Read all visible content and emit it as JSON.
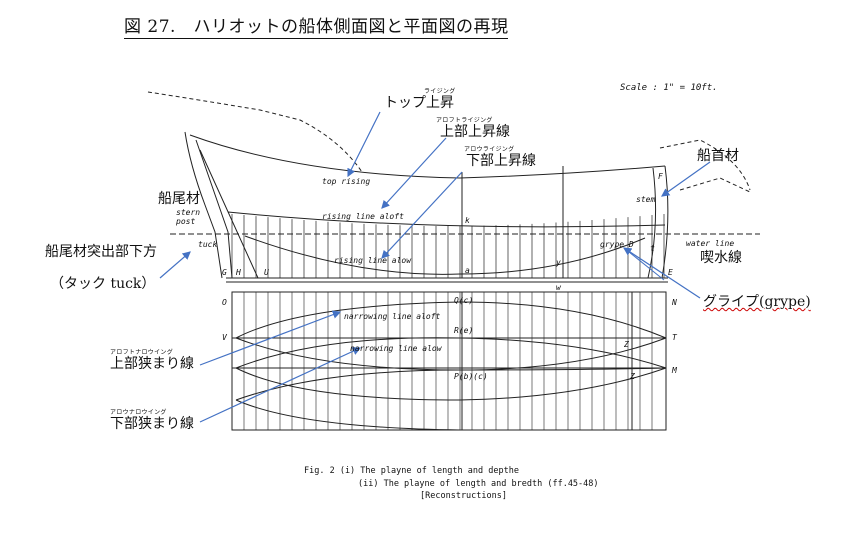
{
  "title": "図 27.　ハリオットの船体側面図と平面図の再現",
  "scale_note": "Scale : 1\" = 10ft.",
  "labels": {
    "top_rising": "トップ上昇",
    "top_rising_ruby": "ライジング",
    "rising_aloft": "上部上昇線",
    "rising_aloft_ruby": "アロフトライジング",
    "rising_alow": "下部上昇線",
    "rising_alow_ruby": "アロウライジング",
    "stem": "船首材",
    "stern_post": "船尾材",
    "tuck_1": "船尾材突出部下方",
    "tuck_2": "（タック tuck）",
    "waterline": "喫水線",
    "grype": "グライプ(grype)",
    "narrowing_aloft": "上部狭まり線",
    "narrowing_aloft_ruby": "アロフトナロウイング",
    "narrowing_alow": "下部狭まり線",
    "narrowing_alow_ruby": "アロウナロウイング"
  },
  "drawing_text": {
    "top_rising": "top rising",
    "rising_aloft": "rising line aloft",
    "rising_alow": "rising line alow",
    "stem": "stem",
    "stern_post": "stern post",
    "tuck": "tuck",
    "grype": "grype D",
    "waterline": "water line",
    "narrowing_aloft": "narrowing line aloft",
    "narrowing_alow": "narrowing line alow",
    "F": "F",
    "E": "E",
    "t": "t",
    "k": "k",
    "a": "a",
    "y": "y",
    "w": "w",
    "H": "H",
    "G": "G",
    "U": "U",
    "O": "O",
    "V": "V",
    "N": "N",
    "T": "T",
    "M": "M",
    "Q": "Q(c)",
    "R": "R(e)",
    "P": "P(b)(c)",
    "Z1": "Z",
    "Z2": "Z"
  },
  "caption": {
    "line1": "Fig. 2     (i)  The playne of length and depthe",
    "line2": "(ii)  The playne of length and bredth (ff.45-48)",
    "line3": "[Reconstructions]"
  },
  "colors": {
    "arrow": "#4472c4",
    "ink": "#222222",
    "squiggle": "#cc0000"
  }
}
